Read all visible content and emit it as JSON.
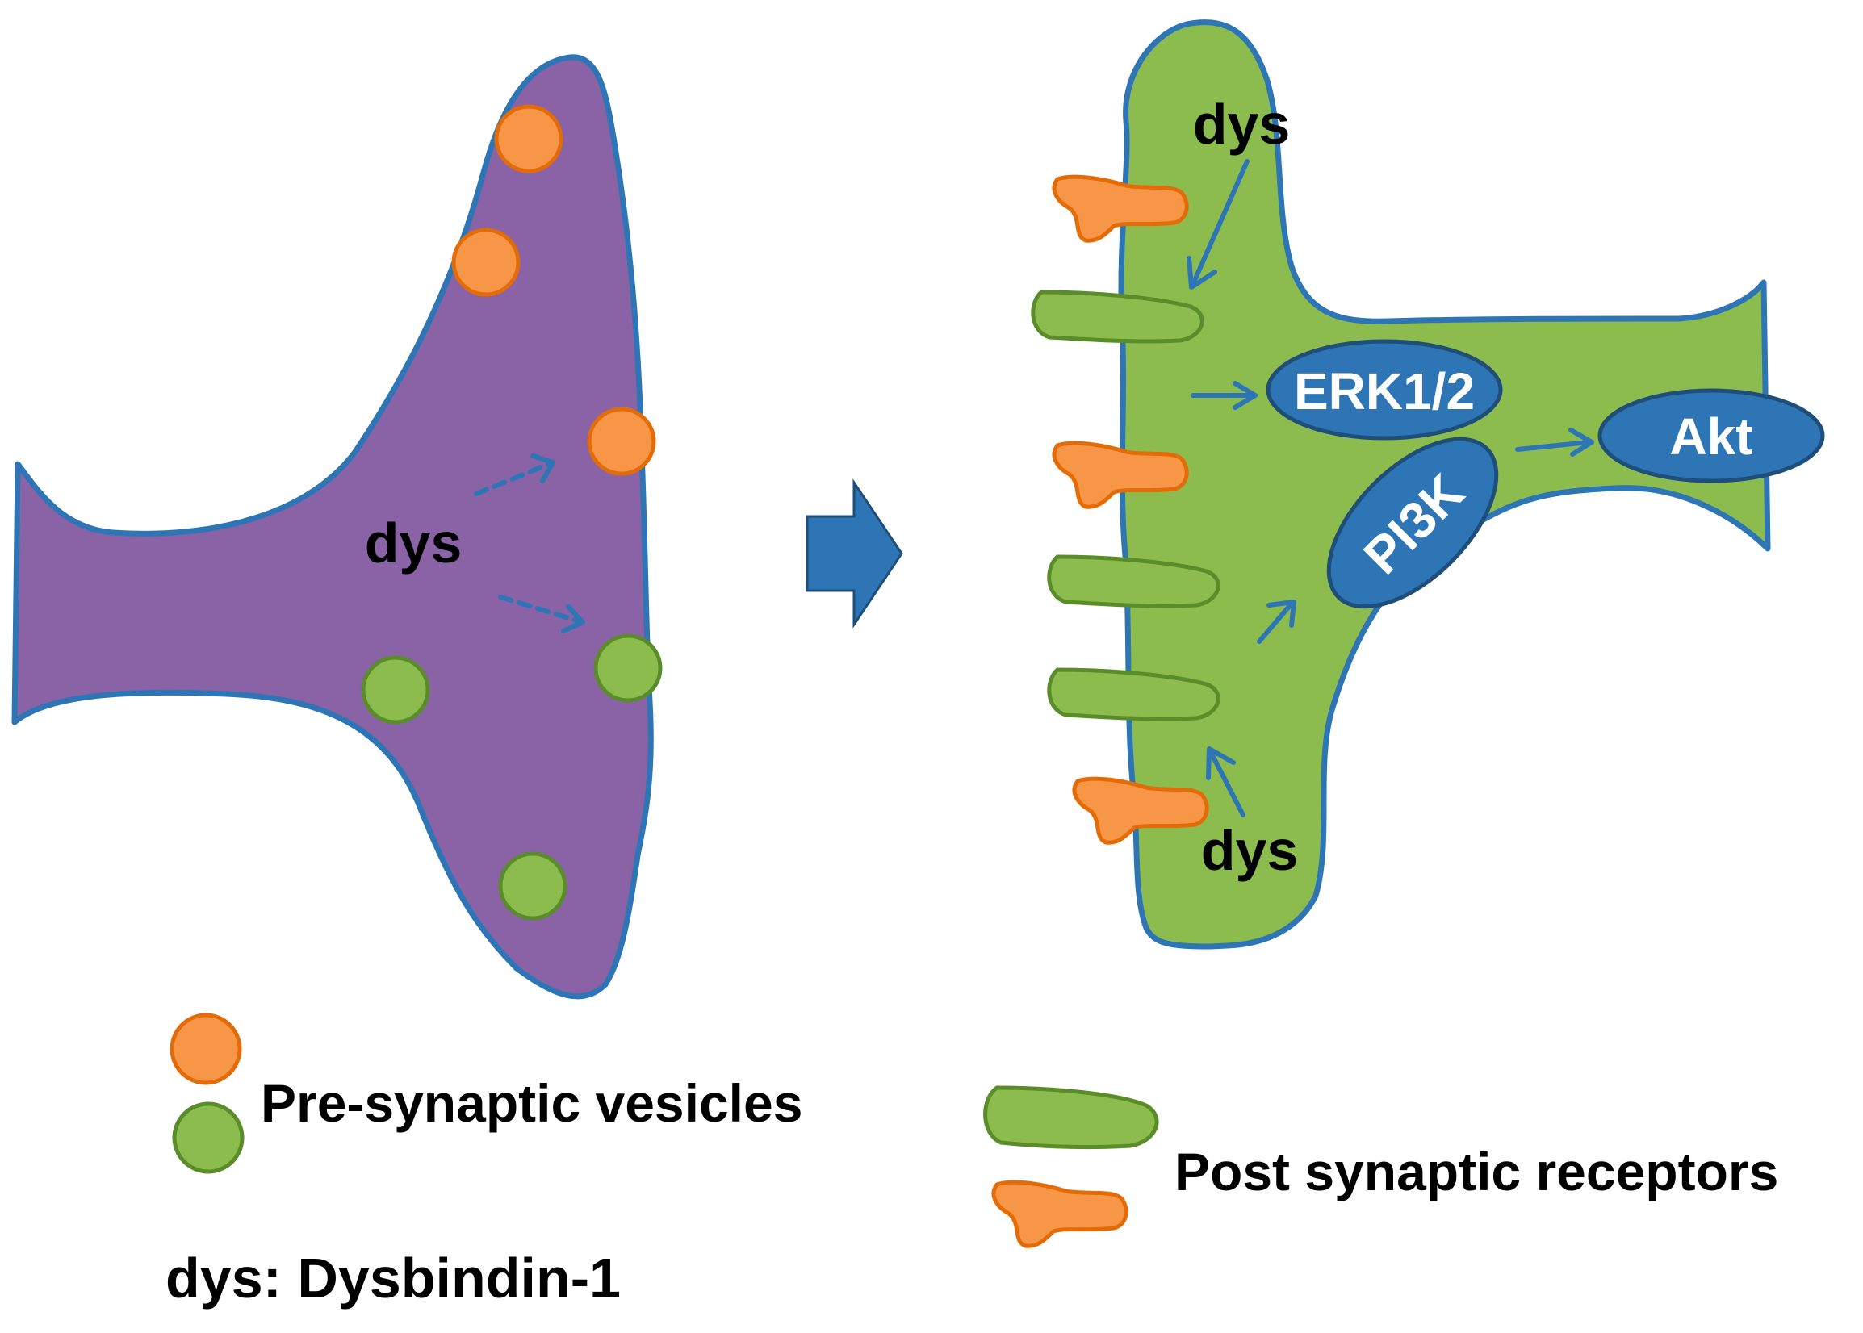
{
  "labels": {
    "dys_pre": "dys",
    "dys_post_top": "dys",
    "dys_post_bottom": "dys",
    "erk": "ERK1/2",
    "pi3k": "PI3K",
    "akt": "Akt"
  },
  "legend": {
    "vesicles": "Pre-synaptic vesicles",
    "receptors": "Post synaptic receptors",
    "abbreviation": "dys: Dysbindin-1"
  },
  "colors": {
    "presynaptic_fill": "#8a62a6",
    "postsynaptic_fill": "#8cbc4e",
    "membrane_outline": "#2e75b6",
    "orange": "#f79646",
    "orange_outline": "#e36c09",
    "green": "#8cbc4e",
    "green_outline": "#5b8c2a",
    "kinase_fill": "#2e75b6",
    "kinase_outline": "#1f4e79",
    "arrow": "#2e75b6"
  }
}
